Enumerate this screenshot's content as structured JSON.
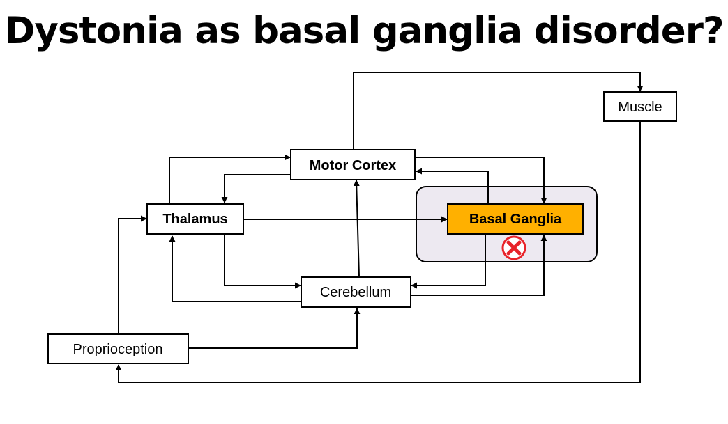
{
  "title": "Dystonia as basal ganglia disorder?",
  "nodes": {
    "muscle": "Muscle",
    "motor_cortex": "Motor Cortex",
    "thalamus": "Thalamus",
    "basal_ganglia": "Basal Ganglia",
    "cerebellum": "Cerebellum",
    "proprioception": "Proprioception"
  },
  "colors": {
    "basal_ganglia_fill": "#FFB000",
    "highlight_region_fill": "#EDE9F1",
    "error_mark": "#E8232A"
  },
  "icons": {
    "error_mark": "cross-circle-icon"
  }
}
